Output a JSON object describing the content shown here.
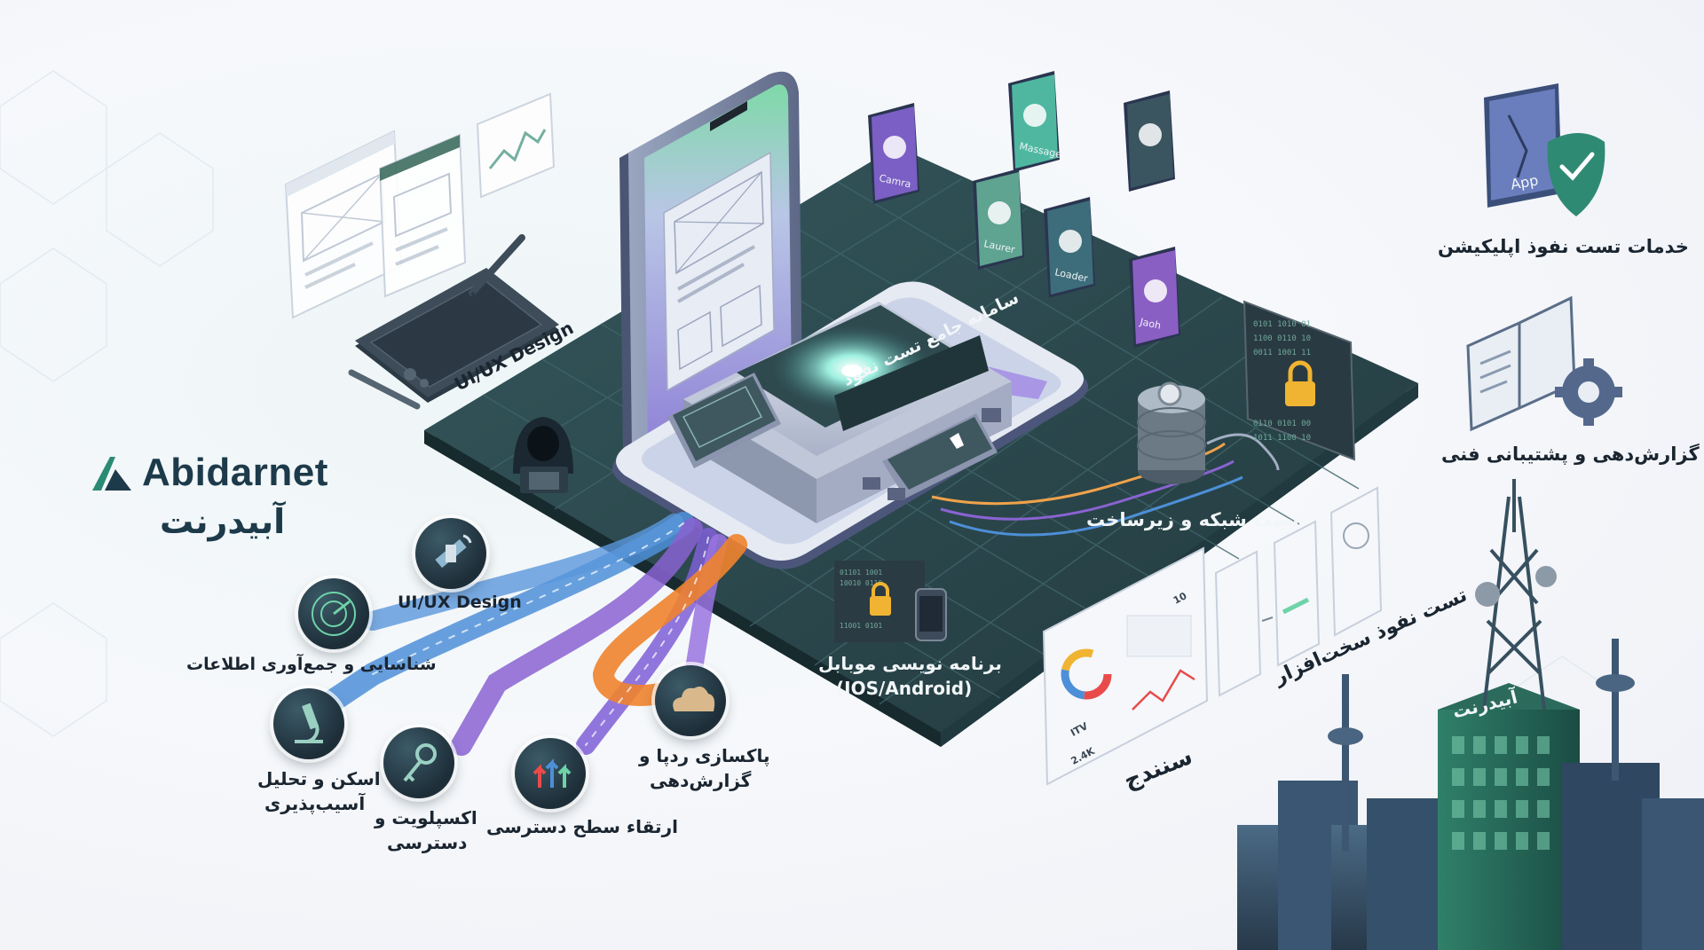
{
  "brand": {
    "name_en": "Abidarnet",
    "name_fa": "آبیدرنت",
    "tower_label": "آبیدرنت"
  },
  "hub": {
    "title": "سامانه جامع تست نفوذ"
  },
  "platform_labels": {
    "uiux_board": "UI/UX Design",
    "network": "تست شبکه و زیرساخت",
    "mobile_dev_line1": "برنامه نویسی موبابل",
    "mobile_dev_line2": "(IOS/Android)",
    "hardware": "تست نفوذ سخت‌افزار",
    "sanjesh": "سنندج"
  },
  "app_tiles": [
    {
      "label": "Camra",
      "color": "#7b5fc4",
      "icon": "camera-icon"
    },
    {
      "label": "Massage",
      "color": "#4fb7a0",
      "icon": "message-icon"
    },
    {
      "label": "Laurer",
      "color": "#5fa391",
      "icon": "location-pin-icon"
    },
    {
      "label": "Loader",
      "color": "#3d6d7a",
      "icon": "map-pin-icon"
    },
    {
      "label": "Jaoh",
      "color": "#8a5fc4",
      "icon": "heart-pulse-icon"
    },
    {
      "label": "",
      "color": "#3a5560",
      "icon": "cart-icon"
    }
  ],
  "services": [
    {
      "label": "خدمات تست نفوذ اپلیکیشن",
      "icon": "app-shield-icon",
      "tag": "App"
    },
    {
      "label": "گزارش‌دهی و پشتیبانی فنی",
      "icon": "report-gear-icon"
    }
  ],
  "workflow": [
    {
      "label": "UI/UX Design",
      "icon": "satellite-icon"
    },
    {
      "label": "شناسایی و جمع‌آوری اطلاعات",
      "icon": "radar-icon"
    },
    {
      "label_1": "اسکن و تحلیل",
      "label_2": "آسیب‌پذیری",
      "icon": "microscope-icon"
    },
    {
      "label_1": "اکسپلویت و",
      "label_2": "دسترسی",
      "icon": "key-icon"
    },
    {
      "label": "ارتقاء سطح دسترسی",
      "icon": "escalation-arrows-icon"
    },
    {
      "label_1": "پاکسازی ردپا و",
      "label_2": "گزارش‌دهی",
      "icon": "cloud-clean-icon"
    }
  ],
  "dashboard": {
    "stat_a": "ITV",
    "stat_b": "2.4K",
    "stat_c": "10"
  },
  "colors": {
    "platform": "#2c4a4f",
    "platform_edge": "#1c3136",
    "accent_green": "#6fd3a8",
    "accent_purple": "#8a63d2",
    "accent_orange": "#f0832e",
    "accent_blue": "#4d8fd8"
  }
}
